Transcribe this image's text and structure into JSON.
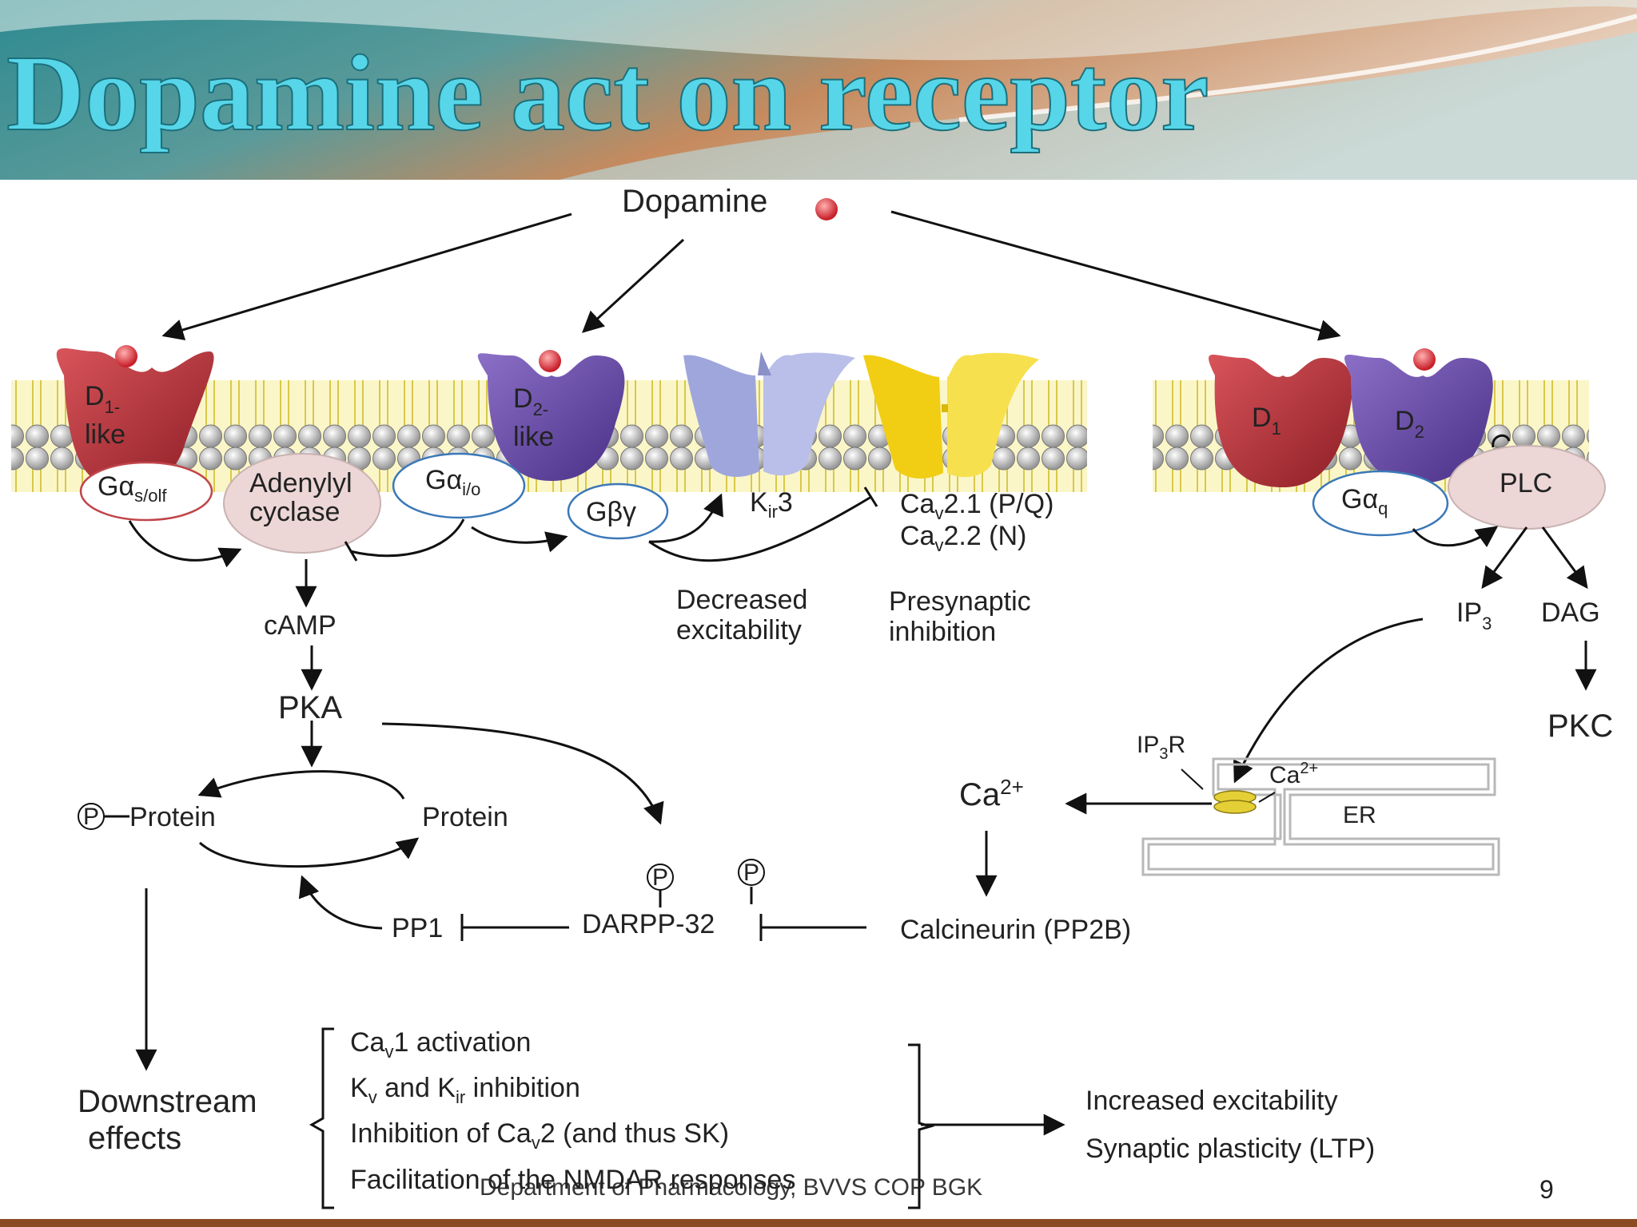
{
  "slide": {
    "title": "Dopamine act on receptor",
    "footer": "Department of Pharmacology, BVVS COP BGK",
    "page_number": "9"
  },
  "diagram": {
    "dopamine": "Dopamine",
    "left_pathway": {
      "d1_like": {
        "main": "D",
        "sub": "1-",
        "line2": "like"
      },
      "d2_like": {
        "main": "D",
        "sub": "2-",
        "line2": "like"
      },
      "g_s_olf": {
        "main": "Gα",
        "sub": "s/olf"
      },
      "adenylyl_cyclase": {
        "line1": "Adenylyl",
        "line2": "cyclase"
      },
      "g_i_o": {
        "main": "Gα",
        "sub": "i/o"
      },
      "g_beta_gamma": "Gβγ",
      "kir3": {
        "main": "K",
        "sub": "ir",
        "suffix": "3"
      },
      "cav21": {
        "main": "Ca",
        "sub": "v",
        "suffix": "2.1 (P/Q)"
      },
      "cav22": {
        "main": "Ca",
        "sub": "v",
        "suffix": "2.2 (N)"
      },
      "decreased_excitability": {
        "line1": "Decreased",
        "line2": "excitability"
      },
      "presynaptic_inhibition": {
        "line1": "Presynaptic",
        "line2": "inhibition"
      },
      "camp": "cAMP",
      "pka": "PKA",
      "phospho_protein": "Protein",
      "protein": "Protein",
      "p_marker": "P",
      "pp1": "PP1",
      "darpp32": "DARPP-32",
      "calcineurin": "Calcineurin (PP2B)",
      "downstream": {
        "line1": "Downstream",
        "line2": "effects"
      },
      "effects": [
        {
          "main": "Ca",
          "sub": "v",
          "suffix": "1 activation"
        },
        {
          "main": "K",
          "sub": "v",
          "mid": " and K",
          "sub2": "ir",
          "suffix": " inhibition"
        },
        {
          "main": "Inhibition of Ca",
          "sub": "v",
          "suffix": "2 (and thus SK)"
        },
        {
          "main": "Facilitation of the NMDAR responses"
        }
      ],
      "outcomes": [
        "Increased excitability",
        "Synaptic plasticity (LTP)"
      ]
    },
    "right_pathway": {
      "d1": {
        "main": "D",
        "sub": "1"
      },
      "d2": {
        "main": "D",
        "sub": "2"
      },
      "g_q": {
        "main": "Gα",
        "sub": "q"
      },
      "plc": "PLC",
      "ip3": {
        "main": "IP",
        "sub": "3"
      },
      "dag": "DAG",
      "pkc": "PKC",
      "ip3r": {
        "main": "IP",
        "sub": "3",
        "suffix": "R"
      },
      "ca_er": {
        "main": "Ca",
        "sup": "2+"
      },
      "er": "ER",
      "ca_cytosol": {
        "main": "Ca",
        "sup": "2+"
      }
    }
  },
  "colors": {
    "d1_receptor": "#b8323a",
    "d2_receptor": "#6a4aa6",
    "kir3_channel": "#aab0e0",
    "cav_channel": "#f2d21e",
    "membrane_lipid": "#f3ec9a",
    "title_text": "#56d6e8",
    "footer_bar": "#8a4a22"
  }
}
